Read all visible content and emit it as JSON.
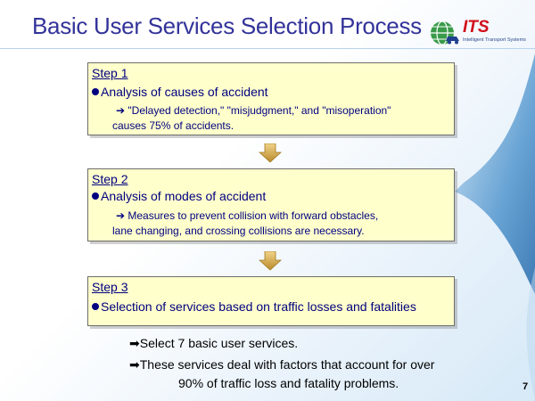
{
  "slide": {
    "title": "Basic User Services Selection Process",
    "page_number": "7"
  },
  "logo": {
    "text": "ITS",
    "subtitle": "Intelligent Transport Systems"
  },
  "steps": [
    {
      "label": "Step 1",
      "bullet": "Analysis of causes of accident",
      "detail_lines": [
        "\"Delayed detection,\" \"misjudgment,\" and \"misoperation\"",
        "causes 75% of accidents."
      ]
    },
    {
      "label": "Step 2",
      "bullet": "Analysis of modes of accident",
      "detail_lines": [
        "Measures to prevent collision with forward obstacles,",
        "lane changing, and crossing collisions are necessary."
      ]
    },
    {
      "label": "Step 3",
      "bullet": "Selection of services based on traffic losses and fatalities",
      "detail_lines": []
    }
  ],
  "results": [
    "Select 7 basic user services.",
    "These services deal with factors that account for over",
    "90% of traffic loss and fatality problems."
  ],
  "colors": {
    "title": "#33339a",
    "step_box": "#ffffcc",
    "step_text": "#000080",
    "arrow": "#d9a441"
  },
  "icons": [
    "globe-icon",
    "car-icon",
    "arrow-right-icon",
    "down-arrow-icon"
  ]
}
